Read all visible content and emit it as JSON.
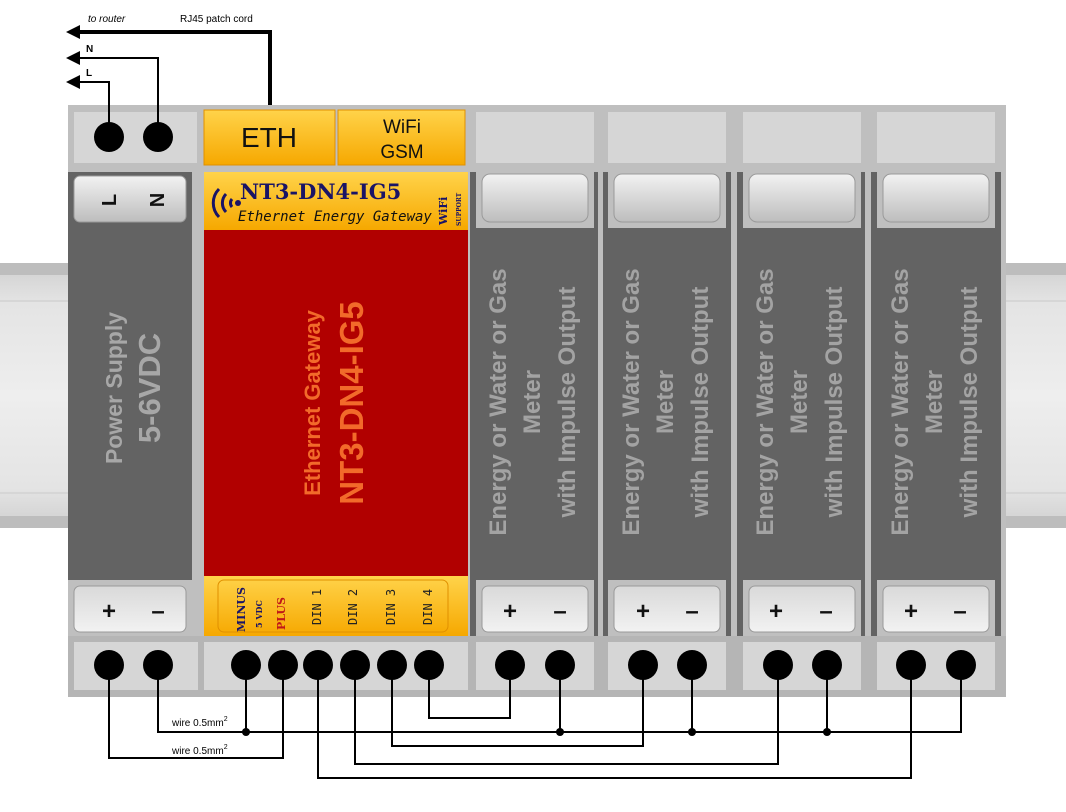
{
  "annotations": {
    "to_router": "to router",
    "patch_cord": "RJ45 patch cord",
    "neutral": "N",
    "line": "L",
    "wire_1": "wire 0.5mm",
    "wire_2": "wire 0.5mm",
    "wire_unit_sup": "2"
  },
  "power_module": {
    "top_l": "L",
    "top_n": "N",
    "title_1": "Power Supply",
    "title_2": "5-6VDC",
    "plus": "+",
    "minus": "–"
  },
  "gateway": {
    "eth_label": "ETH",
    "wifi_label": "WiFi",
    "gsm_label": "GSM",
    "model": "NT3-DN4-IG5",
    "subtitle": "Ethernet Energy Gateway",
    "support_big": "WiFi",
    "support_small": "SUPPORT",
    "vertical_1": "Ethernet Gateway",
    "vertical_2": "NT3-DN4-IG5",
    "terminals": {
      "minus": "MINUS",
      "vdc": "5 VDC",
      "plus": "PLUS",
      "din1": "DIN 1",
      "din2": "DIN 2",
      "din3": "DIN 3",
      "din4": "DIN 4"
    }
  },
  "meters": [
    {
      "line1": "Energy or Water or Gas",
      "line2": "Meter",
      "line3": "with Impulse Output",
      "plus": "+",
      "minus": "–"
    },
    {
      "line1": "Energy or Water or Gas",
      "line2": "Meter",
      "line3": "with Impulse Output",
      "plus": "+",
      "minus": "–"
    },
    {
      "line1": "Energy or Water or Gas",
      "line2": "Meter",
      "line3": "with Impulse Output",
      "plus": "+",
      "minus": "–"
    },
    {
      "line1": "Energy or Water or Gas",
      "line2": "Meter",
      "line3": "with Impulse Output",
      "plus": "+",
      "minus": "–"
    }
  ],
  "colors": {
    "gateway_red": "#b10000",
    "gateway_yellow": "#ffc20e",
    "accent_orange": "#f26a2a",
    "module_gray": "#636363",
    "housing_gray": "#bfbfbf"
  }
}
